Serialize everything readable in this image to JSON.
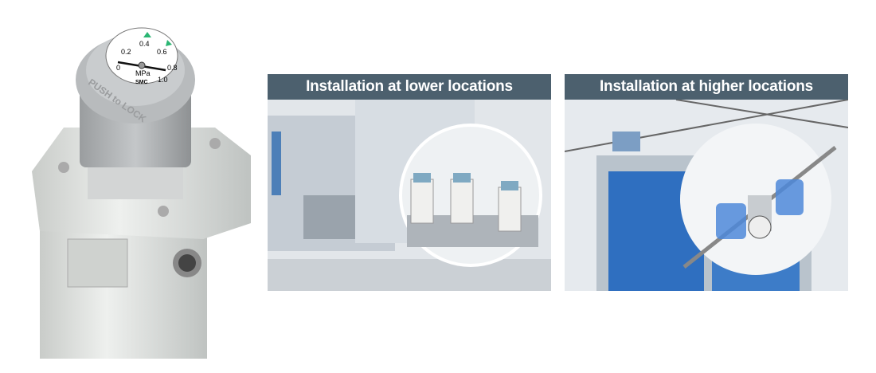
{
  "product": {
    "gauge_ticks": [
      "0",
      "0.2",
      "0.4",
      "0.6",
      "0.8",
      "1.0"
    ],
    "gauge_unit": "MPa",
    "gauge_brand": "SMC",
    "knob_label": "PUSH to LOCK"
  },
  "panels": [
    {
      "title": "Installation at lower locations"
    },
    {
      "title": "Installation at higher locations"
    }
  ],
  "colors": {
    "header": "#4c606e",
    "gauge_marker": "#2bb673"
  }
}
